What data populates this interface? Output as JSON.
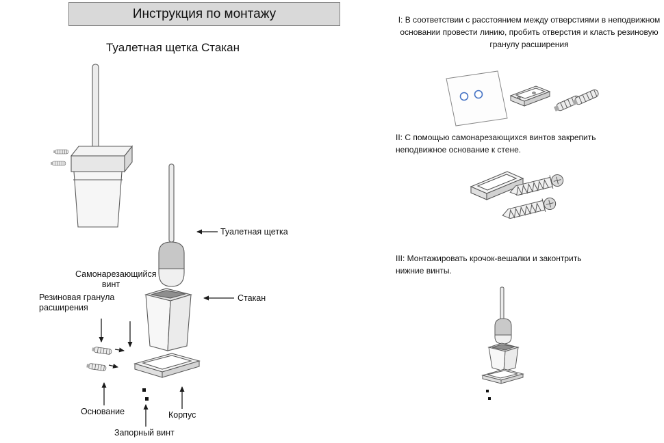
{
  "page": {
    "title": "Инструкция по монтажу",
    "subtitle": "Туалетная щетка Стакан"
  },
  "diagram_labels": {
    "brush": "Туалетная щетка",
    "self_tapping_screw": "Самонарезающийся винт",
    "rubber_granule": "Резиновая гранула расширения",
    "cup": "Стакан",
    "base": "Основание",
    "body": "Корпус",
    "locking_screw": "Запорный винт"
  },
  "steps": {
    "step1": "I: В соответствии с расстоянием между отверстиями в неподвижном основании провести линию, пробить отверстия и класть резиновую гранулу расширения",
    "step2": "II: С помощью самонарезающихся винтов закрепить неподвижное основание к стене.",
    "step3": "III: Монтажировать крочок-вешалки и законтрить нижние винты."
  },
  "colors": {
    "header_bg": "#d9d9d9",
    "hole_accent": "#4472c4",
    "line_color": "#555555",
    "text_color": "#111111"
  }
}
